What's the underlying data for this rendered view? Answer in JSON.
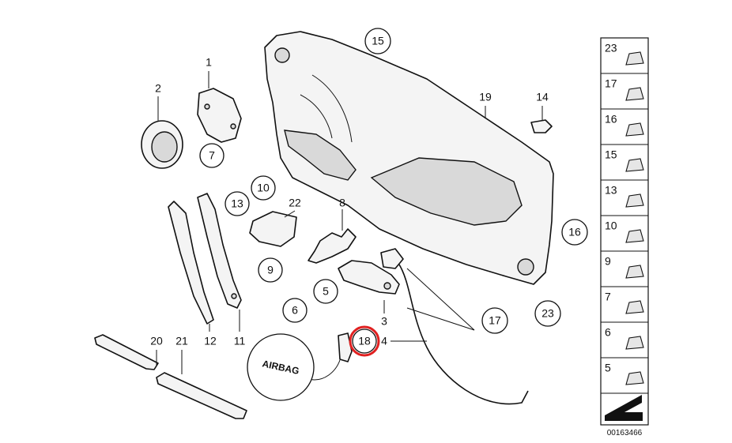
{
  "diagram": {
    "callouts": {
      "c15": "15",
      "c7": "7",
      "c10": "10",
      "c13": "13",
      "c9": "9",
      "c6": "6",
      "c5": "5",
      "c16": "16",
      "c23": "23",
      "c17": "17",
      "c18": "18"
    },
    "labels": {
      "l1": "1",
      "l2": "2",
      "l22": "22",
      "l8": "8",
      "l19": "19",
      "l14": "14",
      "l3": "3",
      "l4": "4",
      "l20": "20",
      "l21": "21",
      "l12": "12",
      "l11": "11"
    },
    "airbag_label": "AIRBAG",
    "highlighted_part": "18"
  },
  "legend": {
    "items": [
      "23",
      "17",
      "16",
      "15",
      "13",
      "10",
      "9",
      "7",
      "6",
      "5"
    ],
    "part_code": "00163466"
  }
}
